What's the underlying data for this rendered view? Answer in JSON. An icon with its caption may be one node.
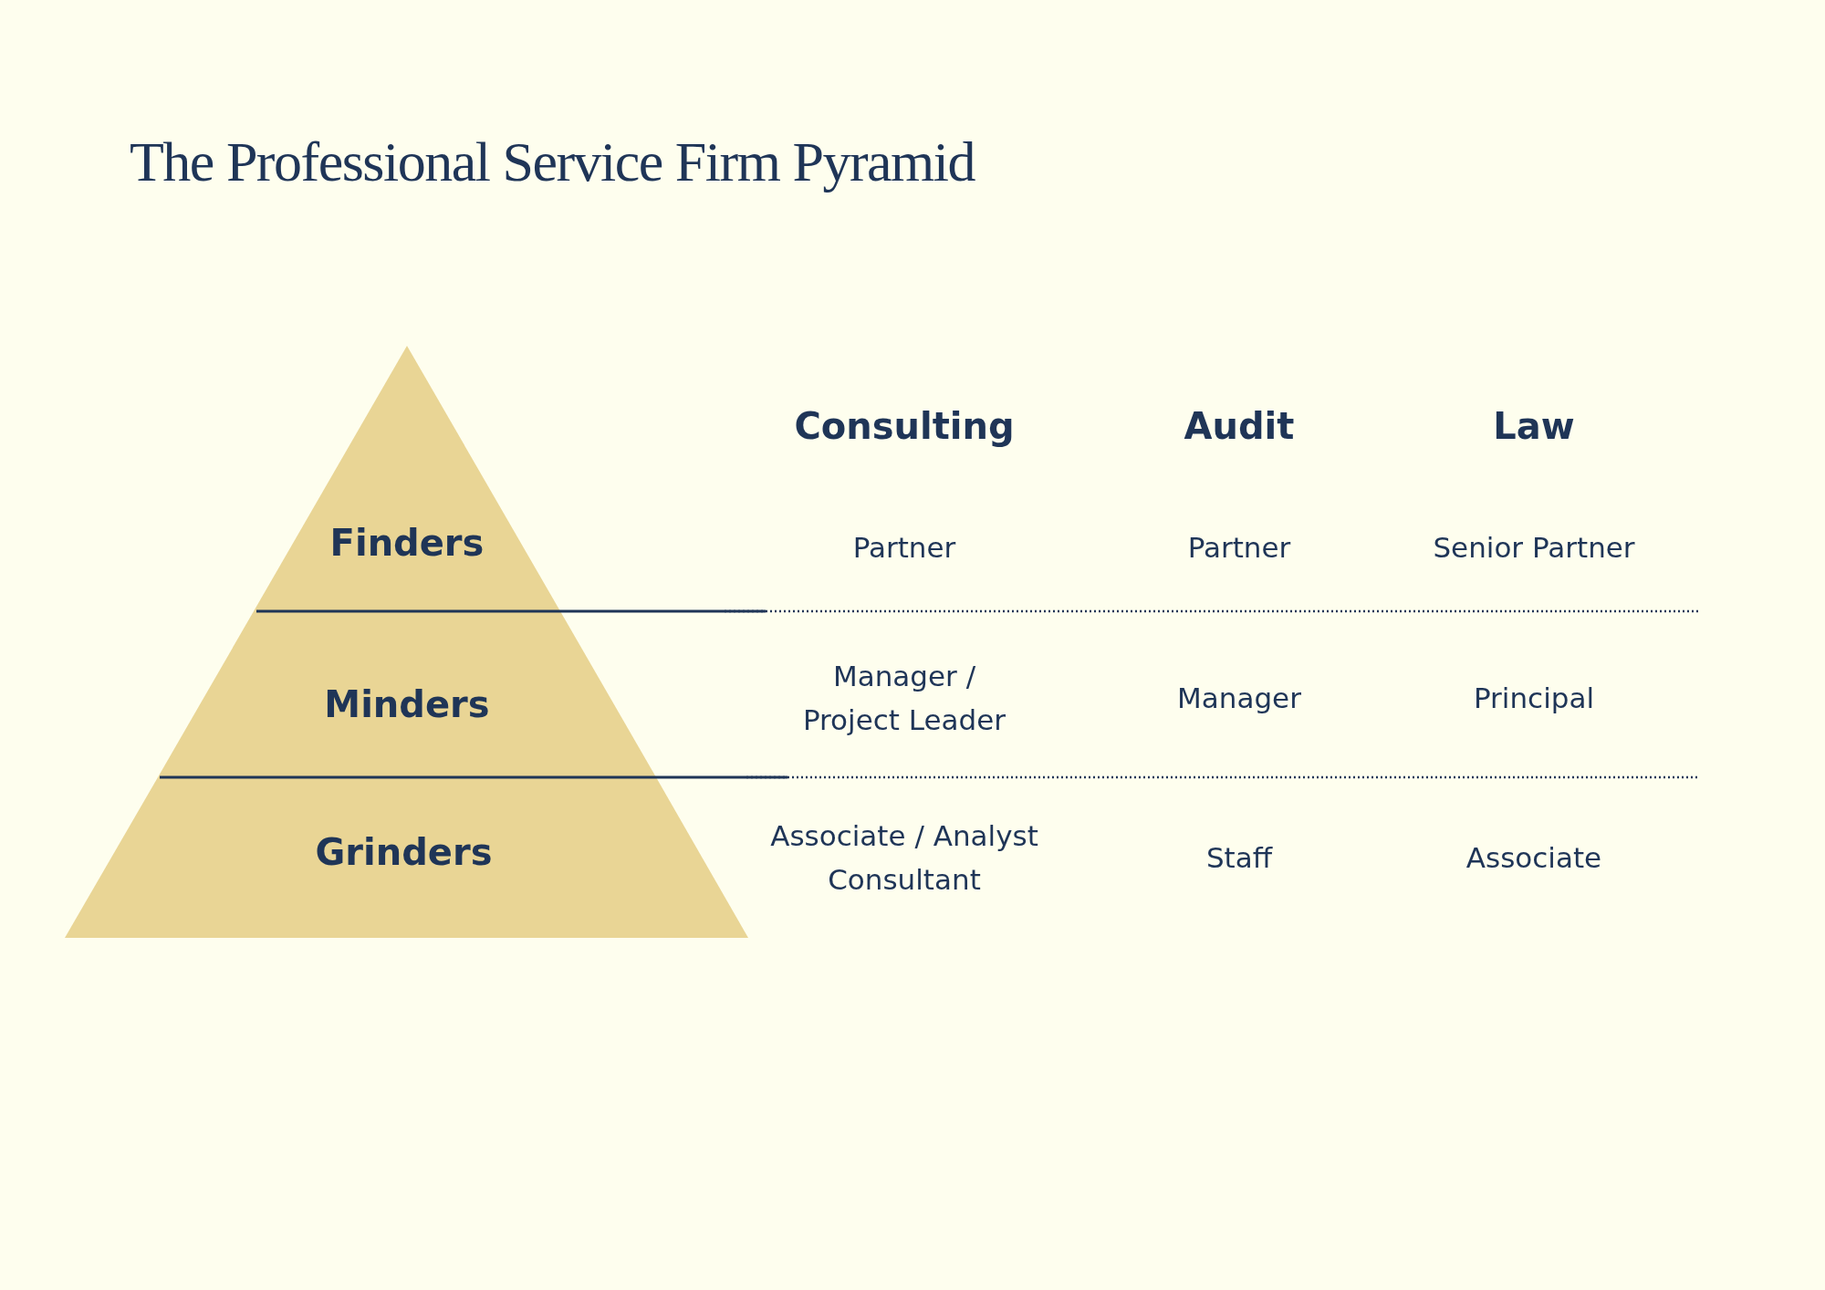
{
  "diagram": {
    "title": "The Professional Service Firm Pyramid",
    "nodes": [
      {
        "text": [
          "Finders"
        ]
      },
      {
        "text": [
          "Minders"
        ]
      },
      {
        "text": [
          "Grinders"
        ]
      }
    ],
    "labels": [
      "Consulting",
      "Audit",
      "Law",
      "Partner",
      "Partner",
      "Senior Partner",
      "Manager / Project Leader",
      "Manager",
      "Principal",
      "Associate / Analyst Consultant",
      "Staff",
      "Associate"
    ]
  }
}
